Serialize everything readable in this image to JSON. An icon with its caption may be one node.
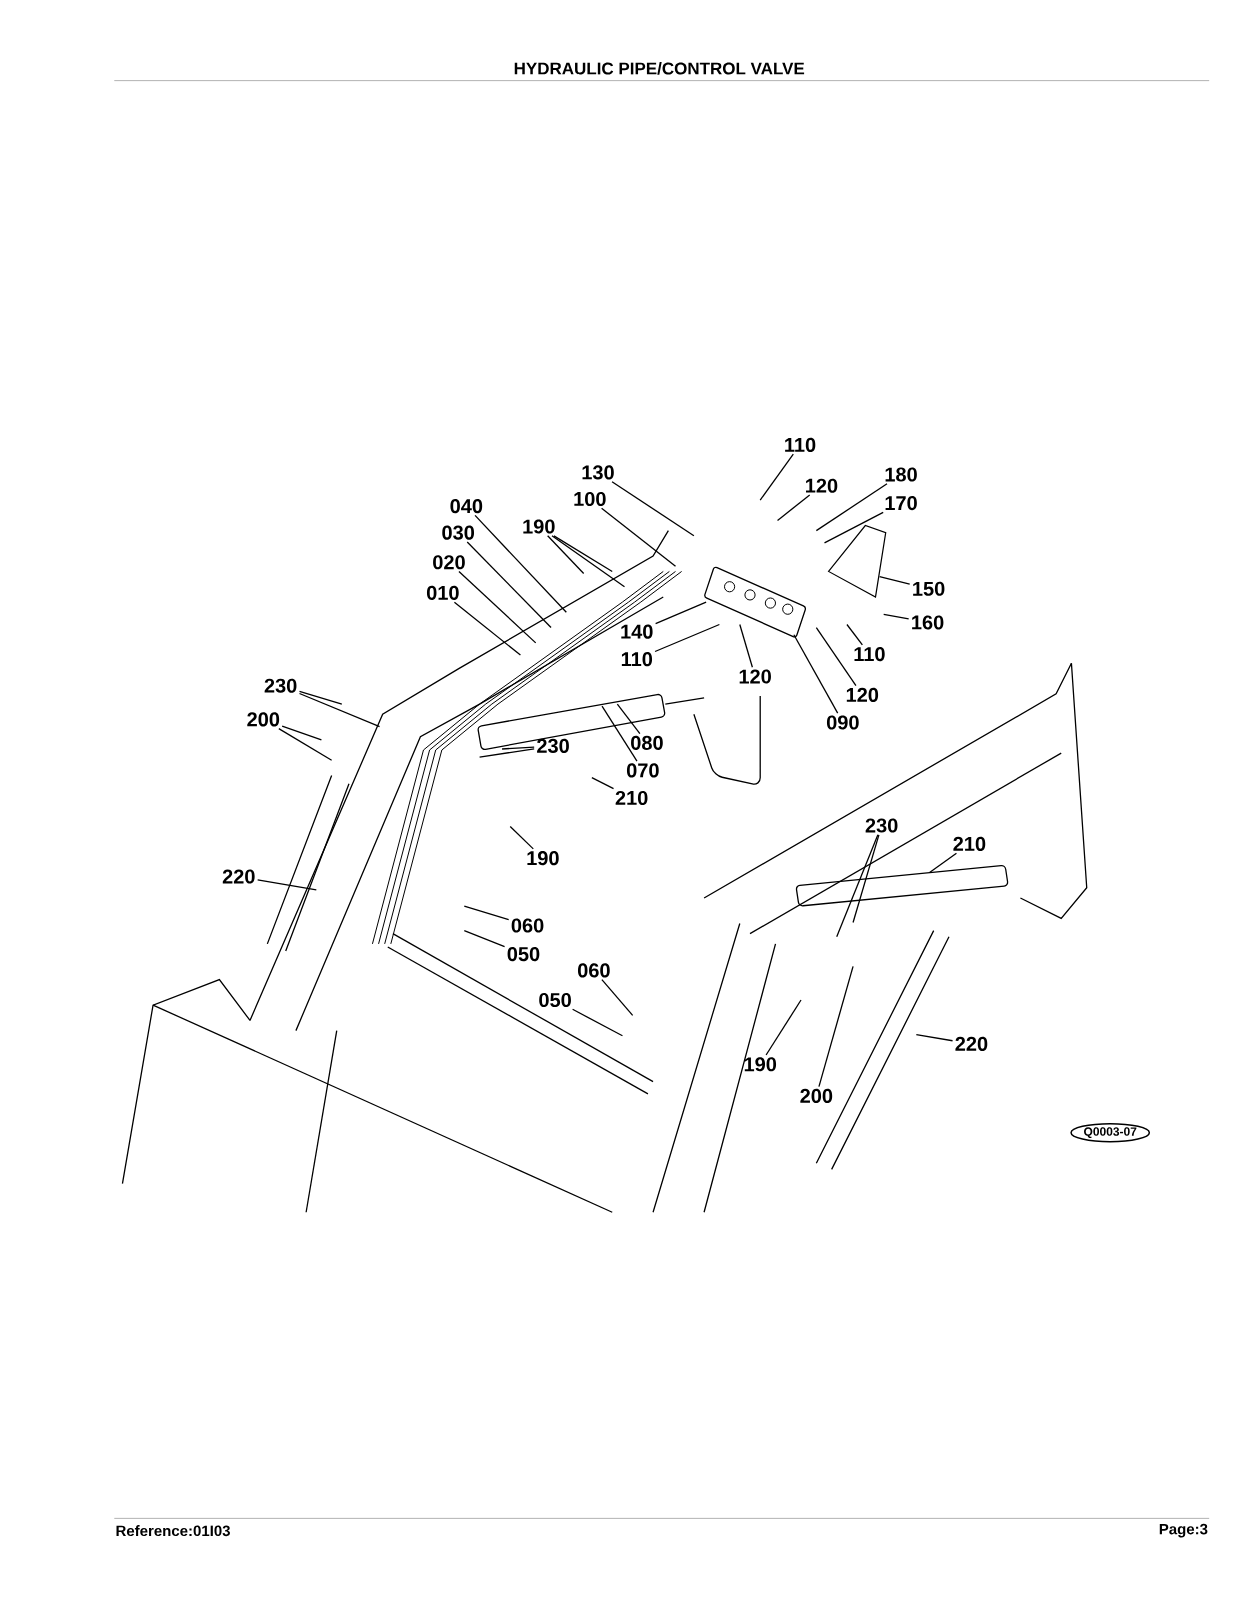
{
  "diagram": {
    "title": "HYDRAULIC PIPE/CONTROL VALVE",
    "nodes": [
      {
        "text": [
          "110"
        ]
      },
      {
        "text": [
          "130"
        ]
      },
      {
        "text": [
          "120"
        ]
      },
      {
        "text": [
          "180"
        ]
      },
      {
        "text": [
          "170"
        ]
      },
      {
        "text": [
          "100"
        ]
      },
      {
        "text": [
          "040"
        ]
      },
      {
        "text": [
          "190"
        ]
      },
      {
        "text": [
          "030"
        ]
      },
      {
        "text": [
          "020"
        ]
      },
      {
        "text": [
          "010"
        ]
      },
      {
        "text": [
          "150"
        ]
      },
      {
        "text": [
          "160"
        ]
      },
      {
        "text": [
          "140"
        ]
      },
      {
        "text": [
          "110"
        ]
      },
      {
        "text": [
          "110"
        ]
      },
      {
        "text": [
          "120"
        ]
      },
      {
        "text": [
          "120"
        ]
      },
      {
        "text": [
          "090"
        ]
      },
      {
        "text": [
          "230"
        ]
      },
      {
        "text": [
          "200"
        ]
      },
      {
        "text": [
          "080"
        ]
      },
      {
        "text": [
          "230"
        ]
      },
      {
        "text": [
          "070"
        ]
      },
      {
        "text": [
          "210"
        ]
      },
      {
        "text": [
          "190"
        ]
      },
      {
        "text": [
          "220"
        ]
      },
      {
        "text": [
          "230"
        ]
      },
      {
        "text": [
          "210"
        ]
      },
      {
        "text": [
          "060"
        ]
      },
      {
        "text": [
          "050"
        ]
      },
      {
        "text": [
          "060"
        ]
      },
      {
        "text": [
          "050"
        ]
      },
      {
        "text": [
          "190"
        ]
      },
      {
        "text": [
          "200"
        ]
      },
      {
        "text": [
          "220"
        ]
      }
    ],
    "edges": [
      {
        "from": 0,
        "to": null,
        "arrow": "none"
      },
      {
        "from": 1,
        "to": null,
        "arrow": "none"
      },
      {
        "from": 2,
        "to": null,
        "arrow": "none"
      },
      {
        "from": 3,
        "to": null,
        "arrow": "none"
      },
      {
        "from": 4,
        "to": null,
        "arrow": "none"
      },
      {
        "from": 5,
        "to": null,
        "arrow": "none"
      },
      {
        "from": 6,
        "to": null,
        "arrow": "none"
      },
      {
        "from": 7,
        "to": null,
        "arrow": "none"
      },
      {
        "from": 7,
        "to": null,
        "arrow": "none"
      },
      {
        "from": 7,
        "to": null,
        "arrow": "none"
      },
      {
        "from": 8,
        "to": null,
        "arrow": "none"
      },
      {
        "from": 9,
        "to": null,
        "arrow": "none"
      },
      {
        "from": 10,
        "to": null,
        "arrow": "none"
      },
      {
        "from": 11,
        "to": null,
        "arrow": "none"
      },
      {
        "from": 12,
        "to": null,
        "arrow": "none"
      },
      {
        "from": 13,
        "to": null,
        "arrow": "none"
      },
      {
        "from": 14,
        "to": null,
        "arrow": "none"
      },
      {
        "from": 15,
        "to": null,
        "arrow": "none"
      },
      {
        "from": 16,
        "to": null,
        "arrow": "none"
      },
      {
        "from": 17,
        "to": null,
        "arrow": "none"
      },
      {
        "from": 18,
        "to": null,
        "arrow": "none"
      },
      {
        "from": 19,
        "to": null,
        "arrow": "none"
      },
      {
        "from": 19,
        "to": null,
        "arrow": "none"
      },
      {
        "from": 20,
        "to": null,
        "arrow": "none"
      },
      {
        "from": 20,
        "to": null,
        "arrow": "none"
      },
      {
        "from": 21,
        "to": null,
        "arrow": "none"
      },
      {
        "from": 22,
        "to": null,
        "arrow": "none"
      },
      {
        "from": 22,
        "to": null,
        "arrow": "none"
      },
      {
        "from": 23,
        "to": null,
        "arrow": "none"
      },
      {
        "from": 24,
        "to": null,
        "arrow": "none"
      },
      {
        "from": 25,
        "to": null,
        "arrow": "none"
      },
      {
        "from": 26,
        "to": null,
        "arrow": "none"
      },
      {
        "from": 27,
        "to": null,
        "arrow": "none"
      },
      {
        "from": 27,
        "to": null,
        "arrow": "none"
      },
      {
        "from": 28,
        "to": null,
        "arrow": "none"
      },
      {
        "from": 29,
        "to": null,
        "arrow": "none"
      },
      {
        "from": 30,
        "to": null,
        "arrow": "none"
      },
      {
        "from": 31,
        "to": null,
        "arrow": "none"
      },
      {
        "from": 32,
        "to": null,
        "arrow": "none"
      },
      {
        "from": 33,
        "to": null,
        "arrow": "none"
      },
      {
        "from": 34,
        "to": null,
        "arrow": "none"
      },
      {
        "from": 35,
        "to": null,
        "arrow": "none"
      }
    ],
    "labels": [
      "Q0003-07",
      "Reference:01I03",
      "Page:3"
    ]
  }
}
